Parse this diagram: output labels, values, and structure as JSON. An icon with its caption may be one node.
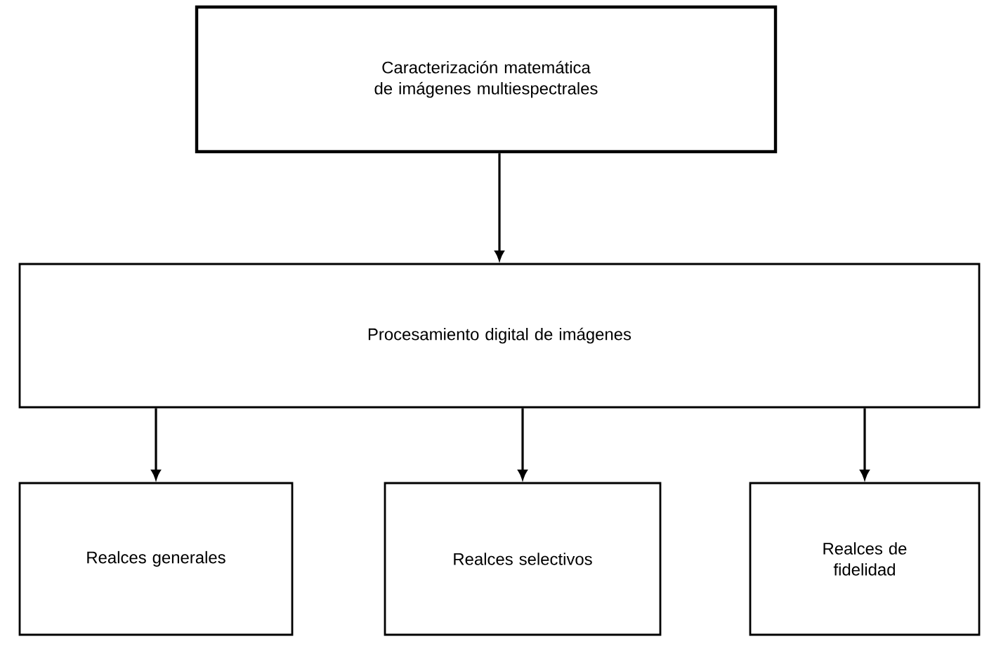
{
  "diagram": {
    "nodes": [
      {
        "text": [
          "Caracterización matemática de imágenes multiespectrales"
        ]
      },
      {
        "text": [
          "Procesamiento digital de imágenes"
        ]
      },
      {
        "text": [
          "Realces generales"
        ]
      },
      {
        "text": [
          "Realces selectivos"
        ]
      },
      {
        "text": [
          "Realces de fidelidad"
        ]
      }
    ],
    "edges": [
      {
        "from": 0,
        "to": 1,
        "arrow": "to"
      },
      {
        "from": 1,
        "to": 2,
        "arrow": "to"
      },
      {
        "from": 1,
        "to": 3,
        "arrow": "to"
      },
      {
        "from": 1,
        "to": 4,
        "arrow": "to"
      }
    ]
  }
}
